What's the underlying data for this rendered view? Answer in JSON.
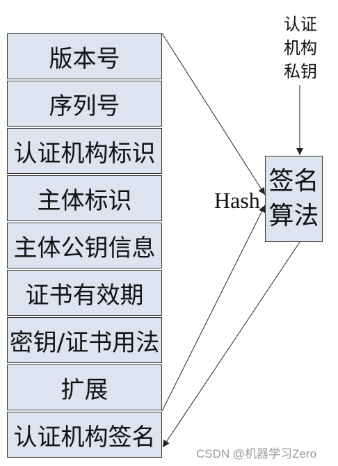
{
  "certificate_fields": [
    "版本号",
    "序列号",
    "认证机构标识",
    "主体标识",
    "主体公钥信息",
    "证书有效期",
    "密钥/证书用法",
    "扩展",
    "认证机构签名"
  ],
  "signature_algorithm": {
    "line1": "签名",
    "line2": "算法"
  },
  "ca_private_key": {
    "line1": "认证",
    "line2": "机构",
    "line3": "私钥"
  },
  "hash_label": "Hash",
  "watermark": "CSDN @机器学习Zero",
  "colors": {
    "box_fill": "#dde3ef",
    "stroke": "#333333",
    "text": "#111111"
  }
}
